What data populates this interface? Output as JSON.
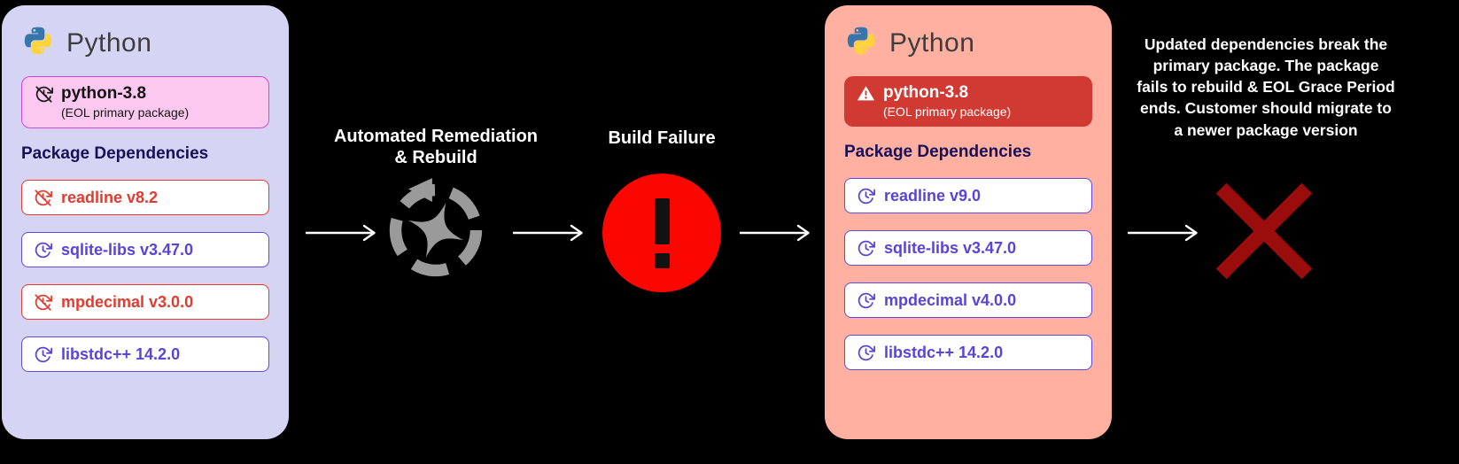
{
  "left_card": {
    "title": "Python",
    "primary_package": {
      "name": "python-3.8",
      "subtitle": "(EOL primary package)"
    },
    "dependencies_heading": "Package Dependencies",
    "dependencies": [
      {
        "label": "readline v8.2",
        "status": "outdated"
      },
      {
        "label": "sqlite-libs v3.47.0",
        "status": "current"
      },
      {
        "label": "mpdecimal v3.0.0",
        "status": "outdated"
      },
      {
        "label": "libstdc++ 14.2.0",
        "status": "current"
      }
    ]
  },
  "flow": {
    "step1_label": "Automated Remediation & Rebuild",
    "step2_label": "Build Failure"
  },
  "right_card": {
    "title": "Python",
    "primary_package": {
      "name": "python-3.8",
      "subtitle": "(EOL primary package)"
    },
    "dependencies_heading": "Package Dependencies",
    "dependencies": [
      {
        "label": "readline v9.0",
        "status": "current"
      },
      {
        "label": "sqlite-libs v3.47.0",
        "status": "current"
      },
      {
        "label": "mpdecimal v4.0.0",
        "status": "current"
      },
      {
        "label": "libstdc++ 14.2.0",
        "status": "current"
      }
    ]
  },
  "outcome": {
    "text": "Updated dependencies break the primary package. The package fails to rebuild & EOL Grace Period ends. Customer should migrate to a newer package version"
  },
  "colors": {
    "background": "#000000",
    "left_card_bg": "#d6d4f5",
    "right_card_bg": "#ffb0a1",
    "primary_before_bg": "#fbc8f0",
    "primary_before_border": "#c94bcf",
    "primary_after_bg": "#d13a32",
    "outdated_red": "#e23b2f",
    "current_purple": "#5a43d8",
    "heading_navy": "#171058",
    "remediation_gray": "#9a9a9a",
    "error_red": "#fb0600",
    "cross_dark_red": "#9b0d0d"
  }
}
